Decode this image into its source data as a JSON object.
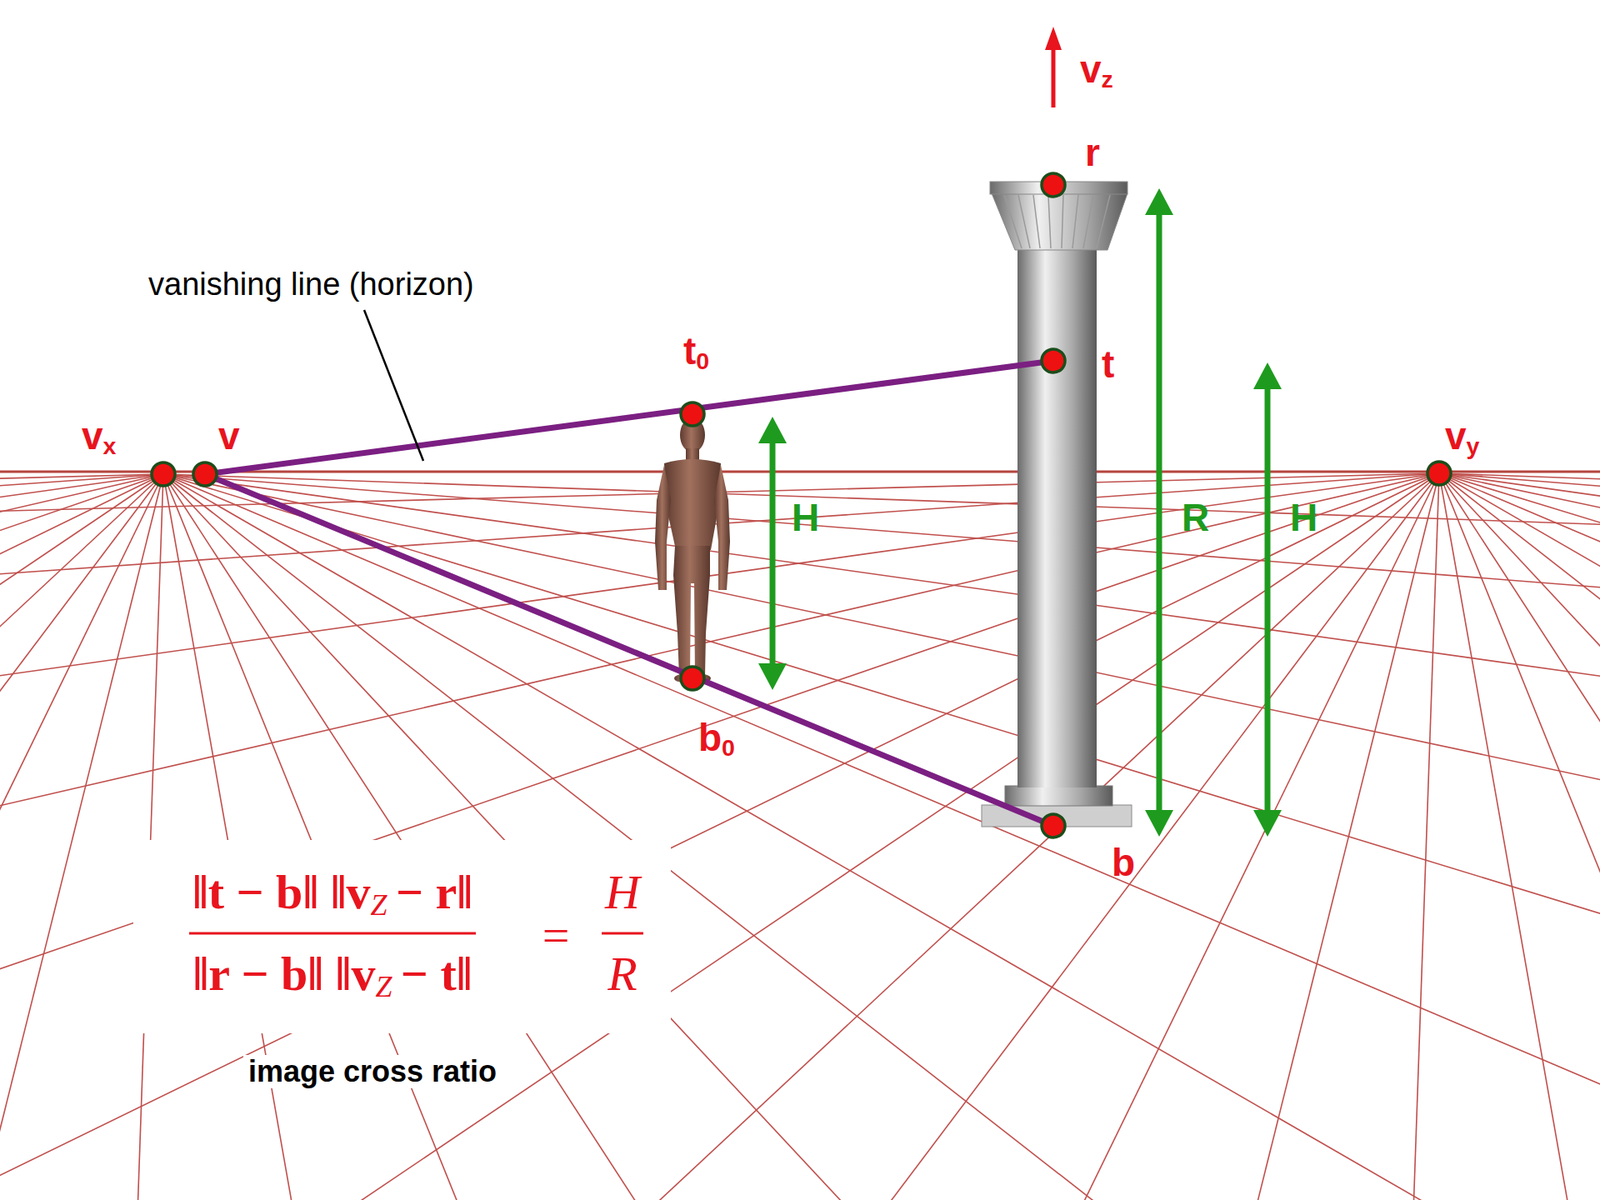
{
  "diagram": {
    "labels": [
      "v",
      "z",
      "r",
      "t",
      "0",
      "t",
      "v",
      "x",
      "v",
      "v",
      "y",
      "H",
      "R",
      "H",
      "b",
      "0",
      "b",
      "vanishing line (horizon)",
      "‖t − b‖ ‖v",
      "Z",
      "− r‖",
      "‖r − b‖ ‖v",
      "Z",
      "− t‖",
      "=",
      "H",
      "R",
      "image cross ratio"
    ]
  }
}
